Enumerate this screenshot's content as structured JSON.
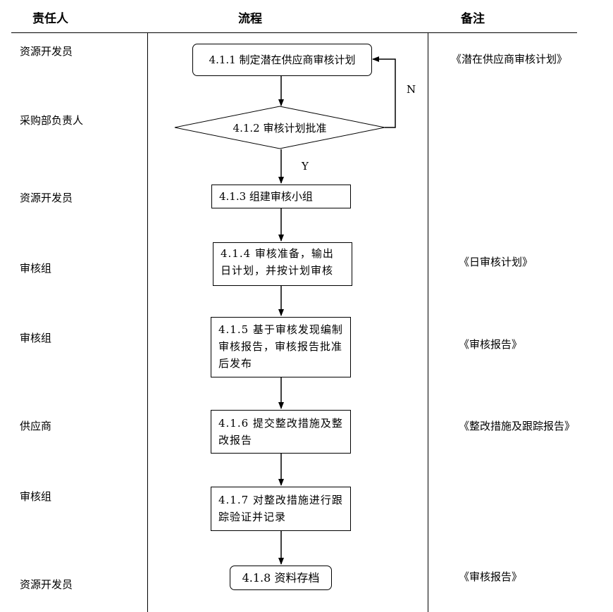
{
  "headers": {
    "responsible": "责任人",
    "process": "流程",
    "remarks": "备注"
  },
  "responsible": {
    "r1": "资源开发员",
    "r2": "采购部负责人",
    "r3": "资源开发员",
    "r4": "审核组",
    "r5": "审核组",
    "r6": "供应商",
    "r7": "审核组",
    "r8": "资源开发员"
  },
  "steps": {
    "s1": "4.1.1 制定潜在供应商审核计划",
    "s2": "4.1.2 审核计划批准",
    "s3": "4.1.3 组建审核小组",
    "s4": "4.1.4 审核准备，输出日计划，并按计划审核",
    "s5": "4.1.5 基于审核发现编制审核报告，审核报告批准后发布",
    "s6": "4.1.6 提交整改措施及整改报告",
    "s7": "4.1.7 对整改措施进行跟踪验证并记录",
    "s8": "4.1.8 资料存档"
  },
  "decision": {
    "no": "N",
    "yes": "Y"
  },
  "remarks": {
    "n1": "《潜在供应商审核计划》",
    "n4": "《日审核计划》",
    "n5": "《审核报告》",
    "n6": "《整改措施及跟踪报告》",
    "n8": "《审核报告》"
  }
}
